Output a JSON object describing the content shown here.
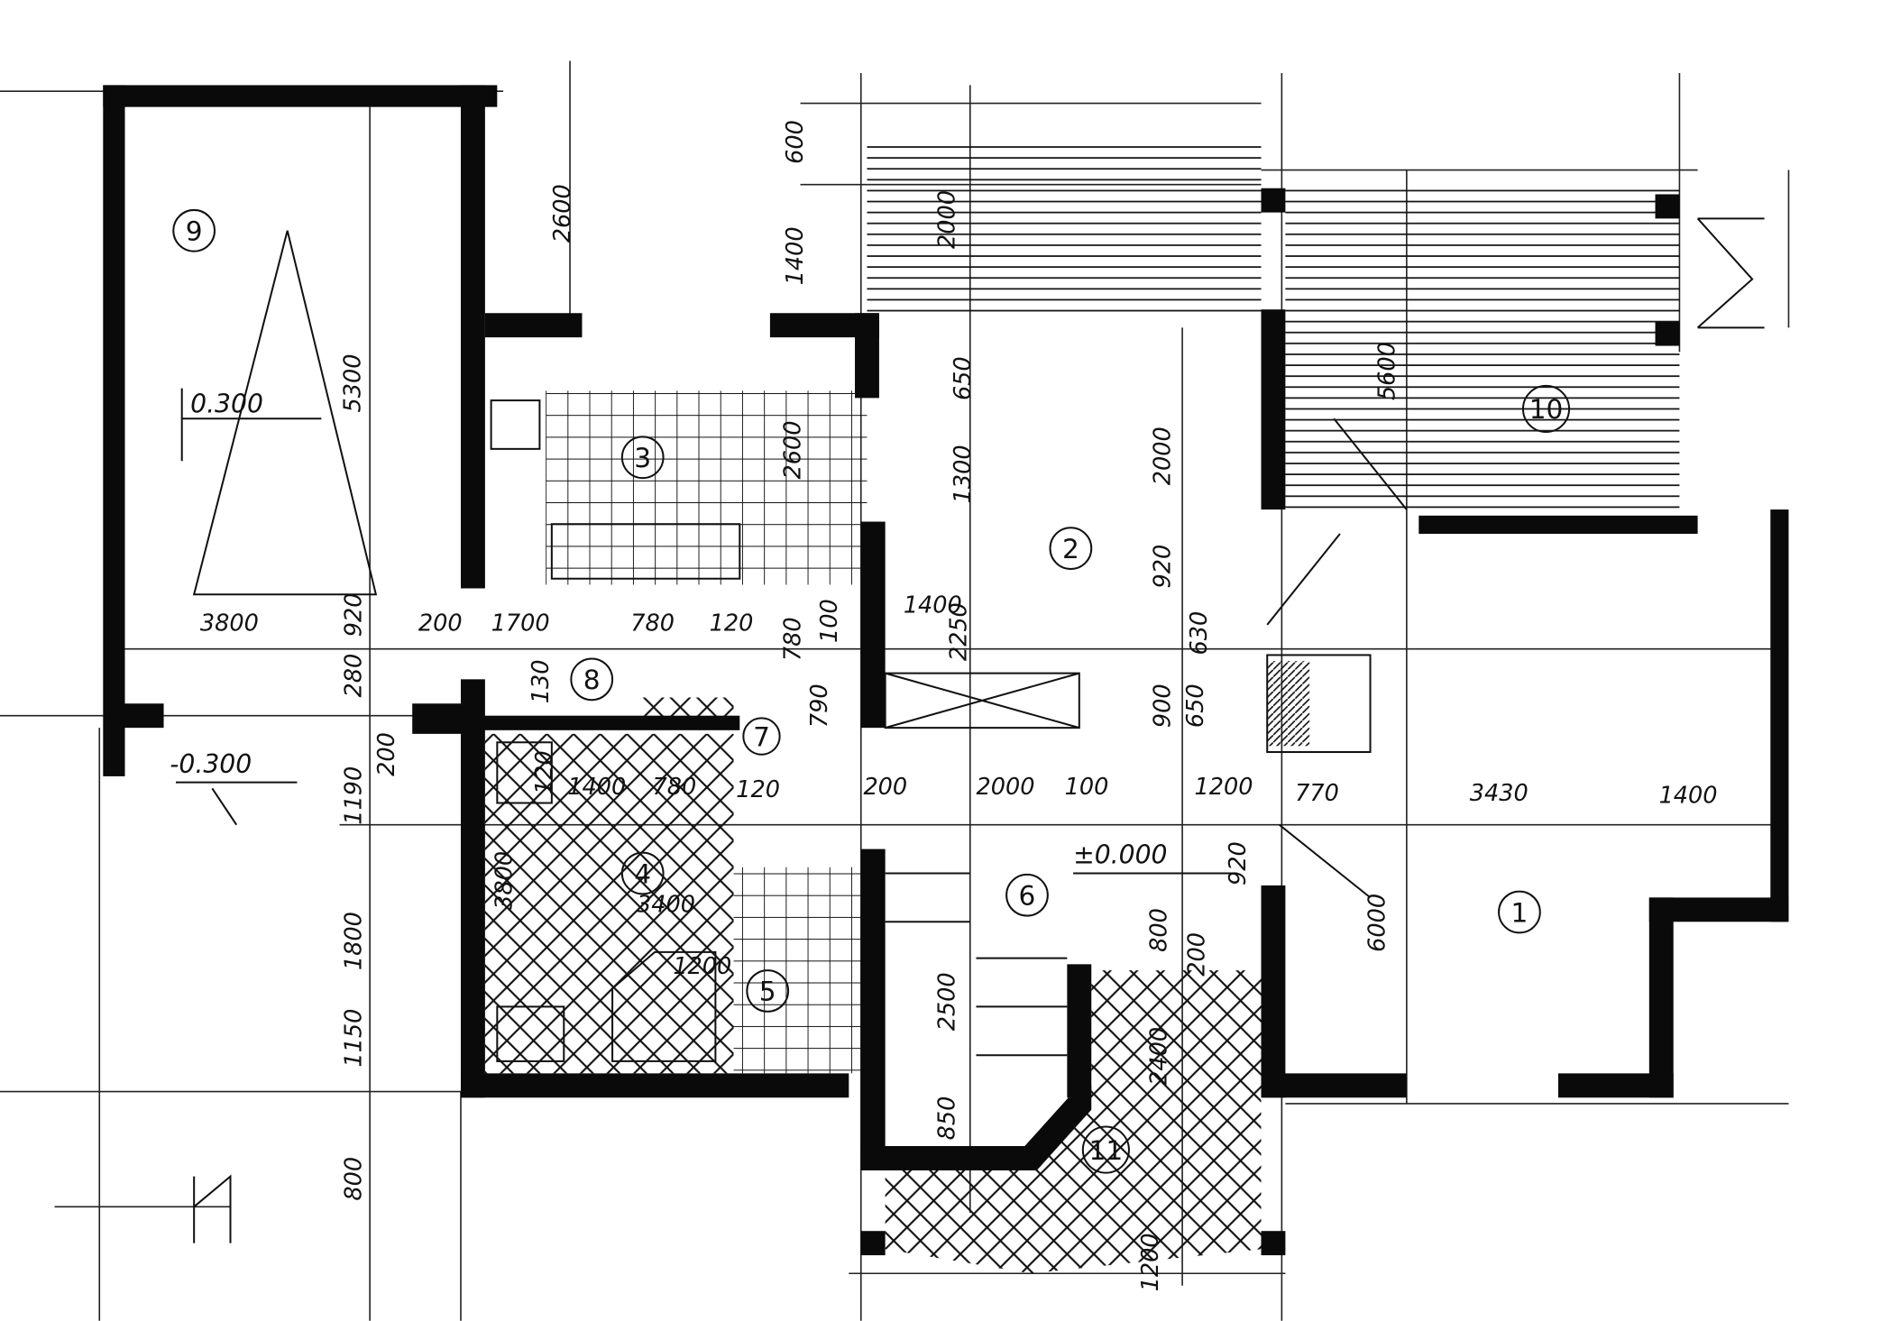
{
  "title": "Floor plan sketch",
  "colors": {
    "ink": "#0a0a0a",
    "paper": "#ffffff"
  },
  "rooms": [
    {
      "num": "1"
    },
    {
      "num": "2"
    },
    {
      "num": "3"
    },
    {
      "num": "4"
    },
    {
      "num": "5"
    },
    {
      "num": "6"
    },
    {
      "num": "7"
    },
    {
      "num": "8"
    },
    {
      "num": "9"
    },
    {
      "num": "10"
    },
    {
      "num": "11"
    }
  ],
  "levels": {
    "garage": "0.300",
    "entry": "-0.300",
    "main": "±0.000"
  },
  "dimensions": {
    "garage_depth": "2600",
    "garage_length": "5300",
    "row1": [
      "3800",
      "920",
      "200",
      "1700",
      "780",
      "120"
    ],
    "hall_vertical": [
      "780",
      "790",
      "100",
      "1400",
      "2250"
    ],
    "terrace_top": [
      "600",
      "1400",
      "2000"
    ],
    "living_vertical": [
      "650",
      "1300",
      "2000",
      "920",
      "630",
      "900",
      "650"
    ],
    "row2": [
      "200",
      "2000",
      "100",
      "1200",
      "770",
      "3430",
      "1400"
    ],
    "left_vertical": [
      "280",
      "200",
      "1190",
      "1800",
      "1150",
      "800"
    ],
    "kitchen_vertical": "2600",
    "bath": [
      "130",
      "120",
      "1400",
      "780",
      "120",
      "3800",
      "3400",
      "1200"
    ],
    "stairs": [
      "2500",
      "850",
      "920",
      "800",
      "200",
      "6000",
      "2400",
      "1200"
    ],
    "terrace10": "5600"
  }
}
